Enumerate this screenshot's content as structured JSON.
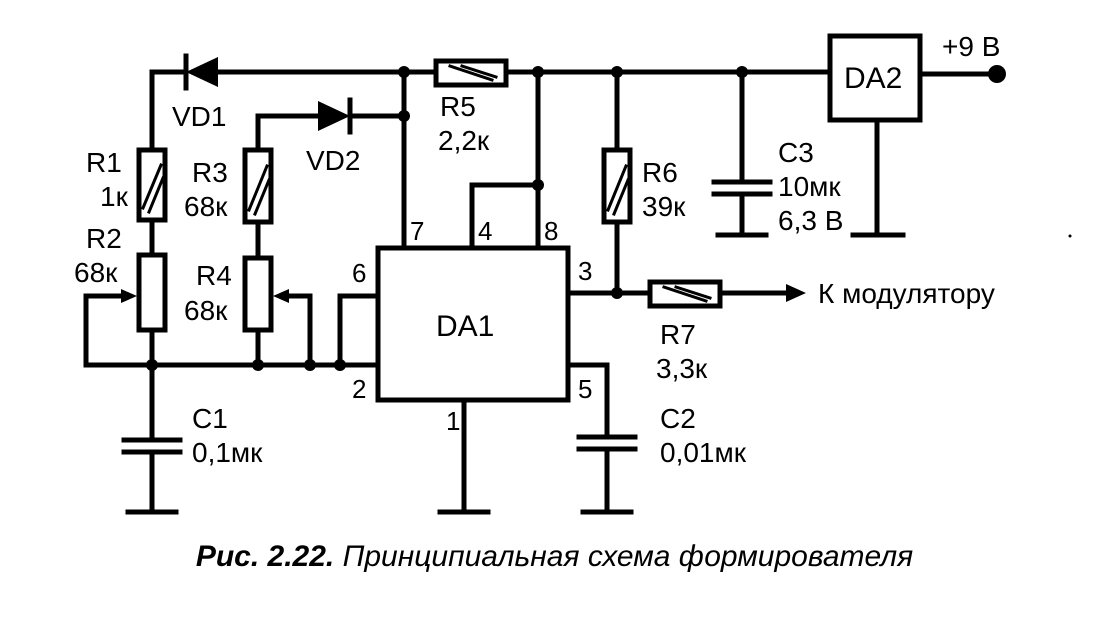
{
  "components": {
    "vd1": "VD1",
    "vd2": "VD2",
    "r1": {
      "ref": "R1",
      "value": "1к"
    },
    "r2": {
      "ref": "R2",
      "value": "68к"
    },
    "r3": {
      "ref": "R3",
      "value": "68к"
    },
    "r4": {
      "ref": "R4",
      "value": "68к"
    },
    "r5": {
      "ref": "R5",
      "value": "2,2к"
    },
    "r6": {
      "ref": "R6",
      "value": "39к"
    },
    "r7": {
      "ref": "R7",
      "value": "3,3к"
    },
    "c1": {
      "ref": "C1",
      "value": "0,1мк"
    },
    "c2": {
      "ref": "C2",
      "value": "0,01мк"
    },
    "c3": {
      "ref": "C3",
      "value": "10мк",
      "voltage": "6,3 В"
    },
    "da1": "DA1",
    "da2": "DA2"
  },
  "pins": {
    "p7": "7",
    "p4": "4",
    "p8": "8",
    "p6": "6",
    "p3": "3",
    "p2": "2",
    "p5": "5",
    "p1": "1"
  },
  "supply_label": "+9 В",
  "output_label": "К модулятору",
  "caption": {
    "number": "Рис. 2.22.",
    "text": "Принципиальная схема формирователя"
  }
}
